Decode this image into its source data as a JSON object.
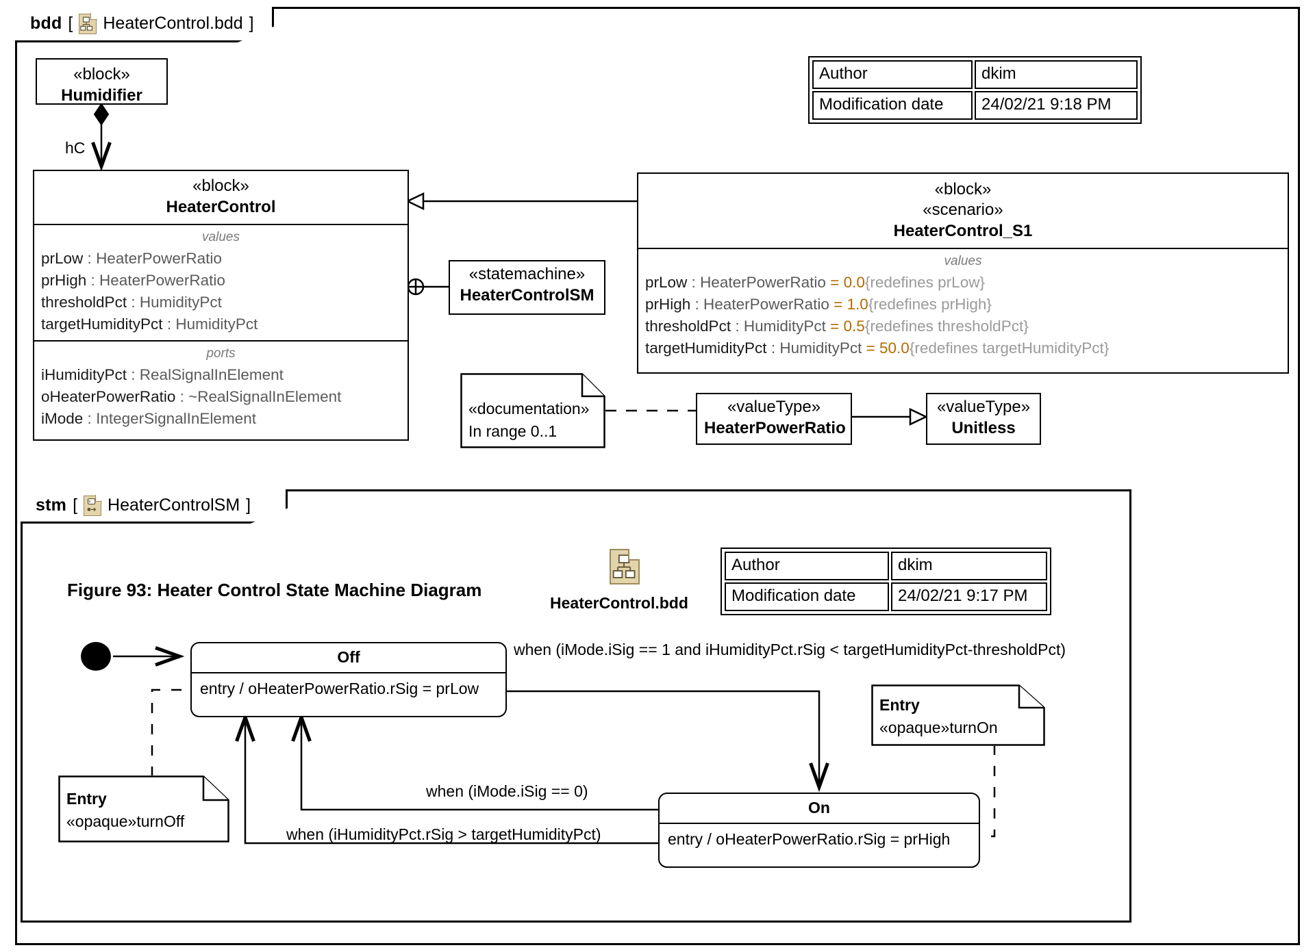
{
  "bdd_frame": {
    "kind": "bdd",
    "bracket_open": "[",
    "bracket_close": "]",
    "name": "HeaterControl.bdd",
    "icon": "bdd-diagram-icon"
  },
  "stm_frame": {
    "kind": "stm",
    "bracket_open": "[",
    "bracket_close": "]",
    "name": "HeaterControlSM",
    "icon": "state-machine-diagram-icon"
  },
  "bdd_metadata": {
    "rows": [
      {
        "label": "Author",
        "value": "dkim"
      },
      {
        "label": "Modification date",
        "value": "24/02/21 9:18 PM"
      }
    ]
  },
  "stm_metadata": {
    "rows": [
      {
        "label": "Author",
        "value": "dkim"
      },
      {
        "label": "Modification date",
        "value": "24/02/21 9:17 PM"
      }
    ]
  },
  "blocks": {
    "humidifier": {
      "stereotype": "«block»",
      "name": "Humidifier"
    },
    "heater_control": {
      "stereotype": "«block»",
      "name": "HeaterControl",
      "values_title": "values",
      "values": [
        {
          "name": "prLow",
          "sep": " : ",
          "type": "HeaterPowerRatio"
        },
        {
          "name": "prHigh",
          "sep": " : ",
          "type": "HeaterPowerRatio"
        },
        {
          "name": "thresholdPct",
          "sep": " : ",
          "type": "HumidityPct"
        },
        {
          "name": "targetHumidityPct",
          "sep": " : ",
          "type": "HumidityPct"
        }
      ],
      "ports_title": "ports",
      "ports": [
        {
          "name": "iHumidityPct",
          "sep": " : ",
          "type": "RealSignalInElement"
        },
        {
          "name": "oHeaterPowerRatio",
          "sep": " : ",
          "type": "~RealSignalInElement"
        },
        {
          "name": "iMode",
          "sep": " : ",
          "type": "IntegerSignalInElement"
        }
      ]
    },
    "heater_control_sm": {
      "stereotype": "«statemachine»",
      "name": "HeaterControlSM"
    },
    "heater_control_s1": {
      "stereotype1": "«block»",
      "stereotype2": "«scenario»",
      "name": "HeaterControl_S1",
      "values_title": "values",
      "values": [
        {
          "name": "prLow",
          "sep": " : ",
          "type": "HeaterPowerRatio",
          "eq": " = ",
          "value": "0.0",
          "redefines": "{redefines prLow}"
        },
        {
          "name": "prHigh",
          "sep": " : ",
          "type": "HeaterPowerRatio",
          "eq": " = ",
          "value": "1.0",
          "redefines": "{redefines prHigh}"
        },
        {
          "name": "thresholdPct",
          "sep": " : ",
          "type": "HumidityPct",
          "eq": " = ",
          "value": "0.5",
          "redefines": "{redefines thresholdPct}"
        },
        {
          "name": "targetHumidityPct",
          "sep": " : ",
          "type": "HumidityPct",
          "eq": " = ",
          "value": "50.0",
          "redefines": "{redefines targetHumidityPct}"
        }
      ]
    },
    "heater_power_ratio": {
      "stereotype": "«valueType»",
      "name": "HeaterPowerRatio"
    },
    "unitless": {
      "stereotype": "«valueType»",
      "name": "Unitless"
    }
  },
  "notes": {
    "documentation": {
      "stereotype": "«documentation»",
      "text": "In range 0..1"
    },
    "entry_turn_off": {
      "title": "Entry",
      "text": "«opaque»turnOff"
    },
    "entry_turn_on": {
      "title": "Entry",
      "text": "«opaque»turnOn"
    }
  },
  "associations": {
    "hC_label": "hC"
  },
  "state_machine": {
    "figure_caption": "Figure 93: Heater Control State Machine Diagram",
    "file_label": "HeaterControl.bdd",
    "states": [
      {
        "name": "Off",
        "body": "entry /  oHeaterPowerRatio.rSig = prLow"
      },
      {
        "name": "On",
        "body": "entry /  oHeaterPowerRatio.rSig = prHigh"
      }
    ],
    "transitions": [
      {
        "guard": "when (iMode.iSig == 1 and iHumidityPct.rSig < targetHumidityPct-thresholdPct)"
      },
      {
        "guard": "when (iMode.iSig == 0)"
      },
      {
        "guard": "when (iHumidityPct.rSig > targetHumidityPct)"
      }
    ]
  },
  "colors": {
    "icon_fill": "#e3d5ab",
    "icon_stroke": "#9b8a5c",
    "value_orange": "#b26b00",
    "muted_gray": "#7a7a7a",
    "redefines_gray": "#9a9a9a",
    "line": "#000000"
  }
}
